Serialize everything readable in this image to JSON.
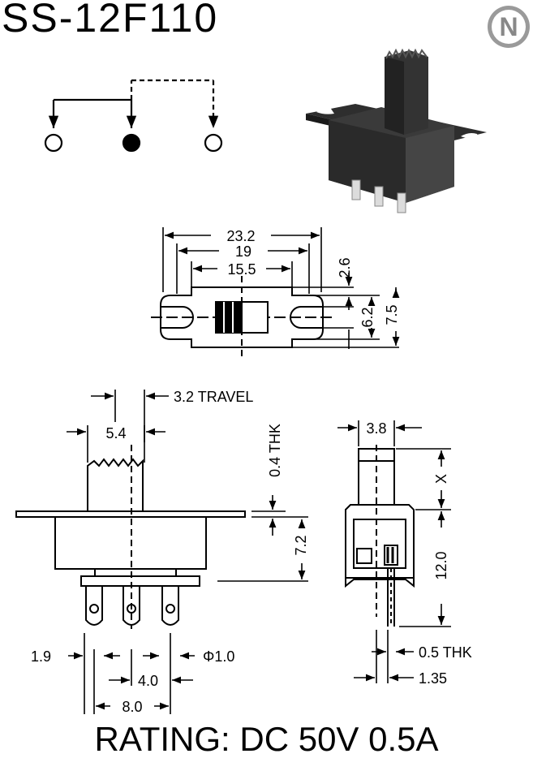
{
  "document": {
    "model": "SS-12F110",
    "logo_letter": "N",
    "rating": "RATING: DC 50V 0.5A"
  },
  "dims": {
    "overall_length": "23.2",
    "mount_hole_pitch": "19",
    "body_length": "15.5",
    "slot_width": "2.6",
    "body_width": "6.2",
    "flange_width": "7.5",
    "travel": "3.2 TRAVEL",
    "actuator_width": "5.4",
    "flange_thickness": "0.4 THK",
    "body_height": "7.2",
    "actuator_depth": "3.8",
    "actuator_height": "X",
    "overall_height": "12.0",
    "terminal_thickness": "0.5 THK",
    "terminal_offset": "1.35",
    "terminal_edge": "1.9",
    "terminal_hole": "Φ1.0",
    "terminal_pitch": "4.0",
    "terminal_span": "8.0"
  },
  "colors": {
    "ink": "#000000",
    "body": "#3a3a3a",
    "paper": "#ffffff"
  }
}
